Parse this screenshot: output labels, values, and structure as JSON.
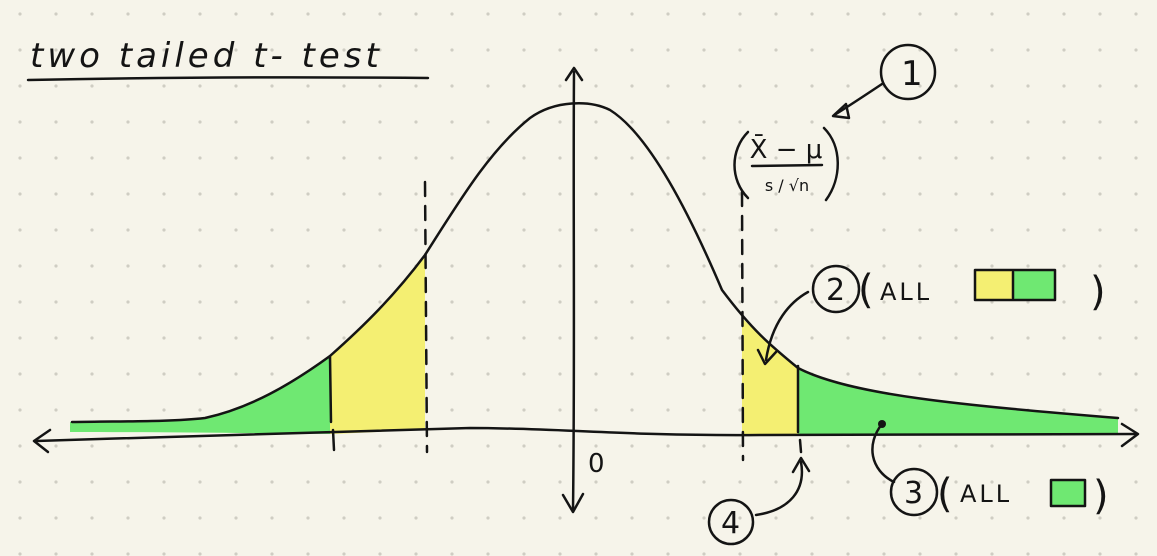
{
  "title": "two tailed t- test",
  "axis": {
    "zero_label": "0"
  },
  "formula": {
    "numerator": "X̄ − μ",
    "denominator": "s / √n"
  },
  "callouts": {
    "c1": {
      "number": "1"
    },
    "c2": {
      "number": "2",
      "open": "(",
      "text": "ALL",
      "close": ")"
    },
    "c3": {
      "number": "3",
      "open": "(",
      "text": "ALL",
      "close": ")"
    },
    "c4": {
      "number": "4"
    }
  },
  "colors": {
    "paper": "#f6f4ea",
    "ink": "#141414",
    "yellow_region": "#f4ef72",
    "green_region": "#6fe872",
    "grid_dot": "#cfcdc3"
  }
}
